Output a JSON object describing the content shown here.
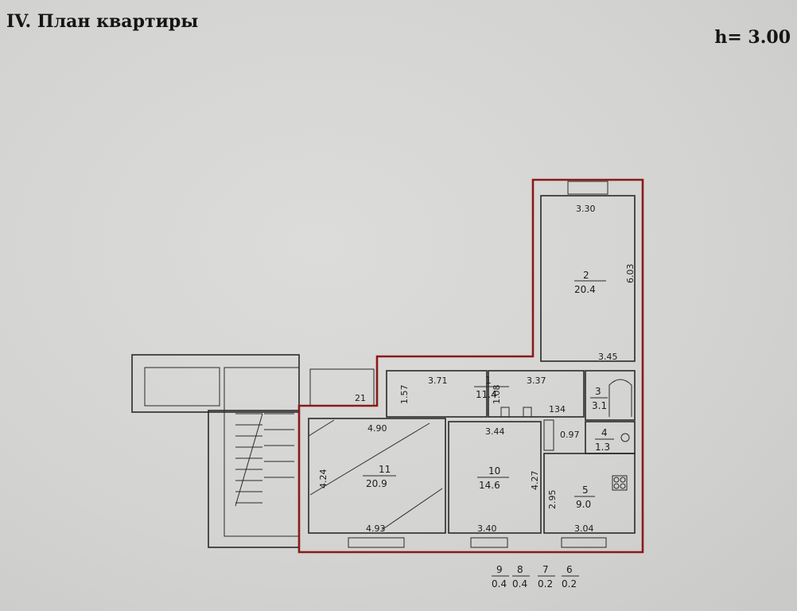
{
  "header": {
    "title": "IV. План квартиры",
    "ceiling_height": "h= 3.00"
  },
  "rooms": [
    {
      "number": "2",
      "area": "20.4",
      "width": "3.30",
      "depth": "6.03",
      "bottom_width": "3.45"
    },
    {
      "number": "1",
      "area": "11.4",
      "width": "3.71",
      "depth": "1.57"
    },
    {
      "number": "3",
      "area": "3.1"
    },
    {
      "number": "4",
      "area": "1.3",
      "width": "0.97"
    },
    {
      "number": "5",
      "area": "9.0",
      "depth": "2.95",
      "width": "3.04"
    },
    {
      "number": "10",
      "area": "14.6",
      "top_width": "3.44",
      "bottom_width": "3.40",
      "depth": "4.27"
    },
    {
      "number": "11",
      "area": "20.9",
      "top_width": "4.90",
      "bottom_width": "4.93",
      "depth": "4.24"
    }
  ],
  "extra_dimensions": {
    "hall_width": "3.37",
    "hall_depth": "1.08",
    "hall_side": "134",
    "side_room": "21"
  },
  "small_rooms_legend": [
    {
      "number": "9",
      "area": "0.4"
    },
    {
      "number": "8",
      "area": "0.4"
    },
    {
      "number": "7",
      "area": "0.2"
    },
    {
      "number": "6",
      "area": "0.2"
    }
  ]
}
